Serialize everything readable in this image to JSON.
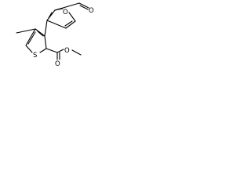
{
  "structure": {
    "atoms": {
      "aldehyde_oxygen": "O",
      "furan_oxygen": "O",
      "thiophene_sulfur": "S",
      "carbonyl_oxygen": "O",
      "ester_oxygen": "O"
    }
  },
  "colors": {
    "bond": "#000000",
    "background": "#ffffff"
  }
}
